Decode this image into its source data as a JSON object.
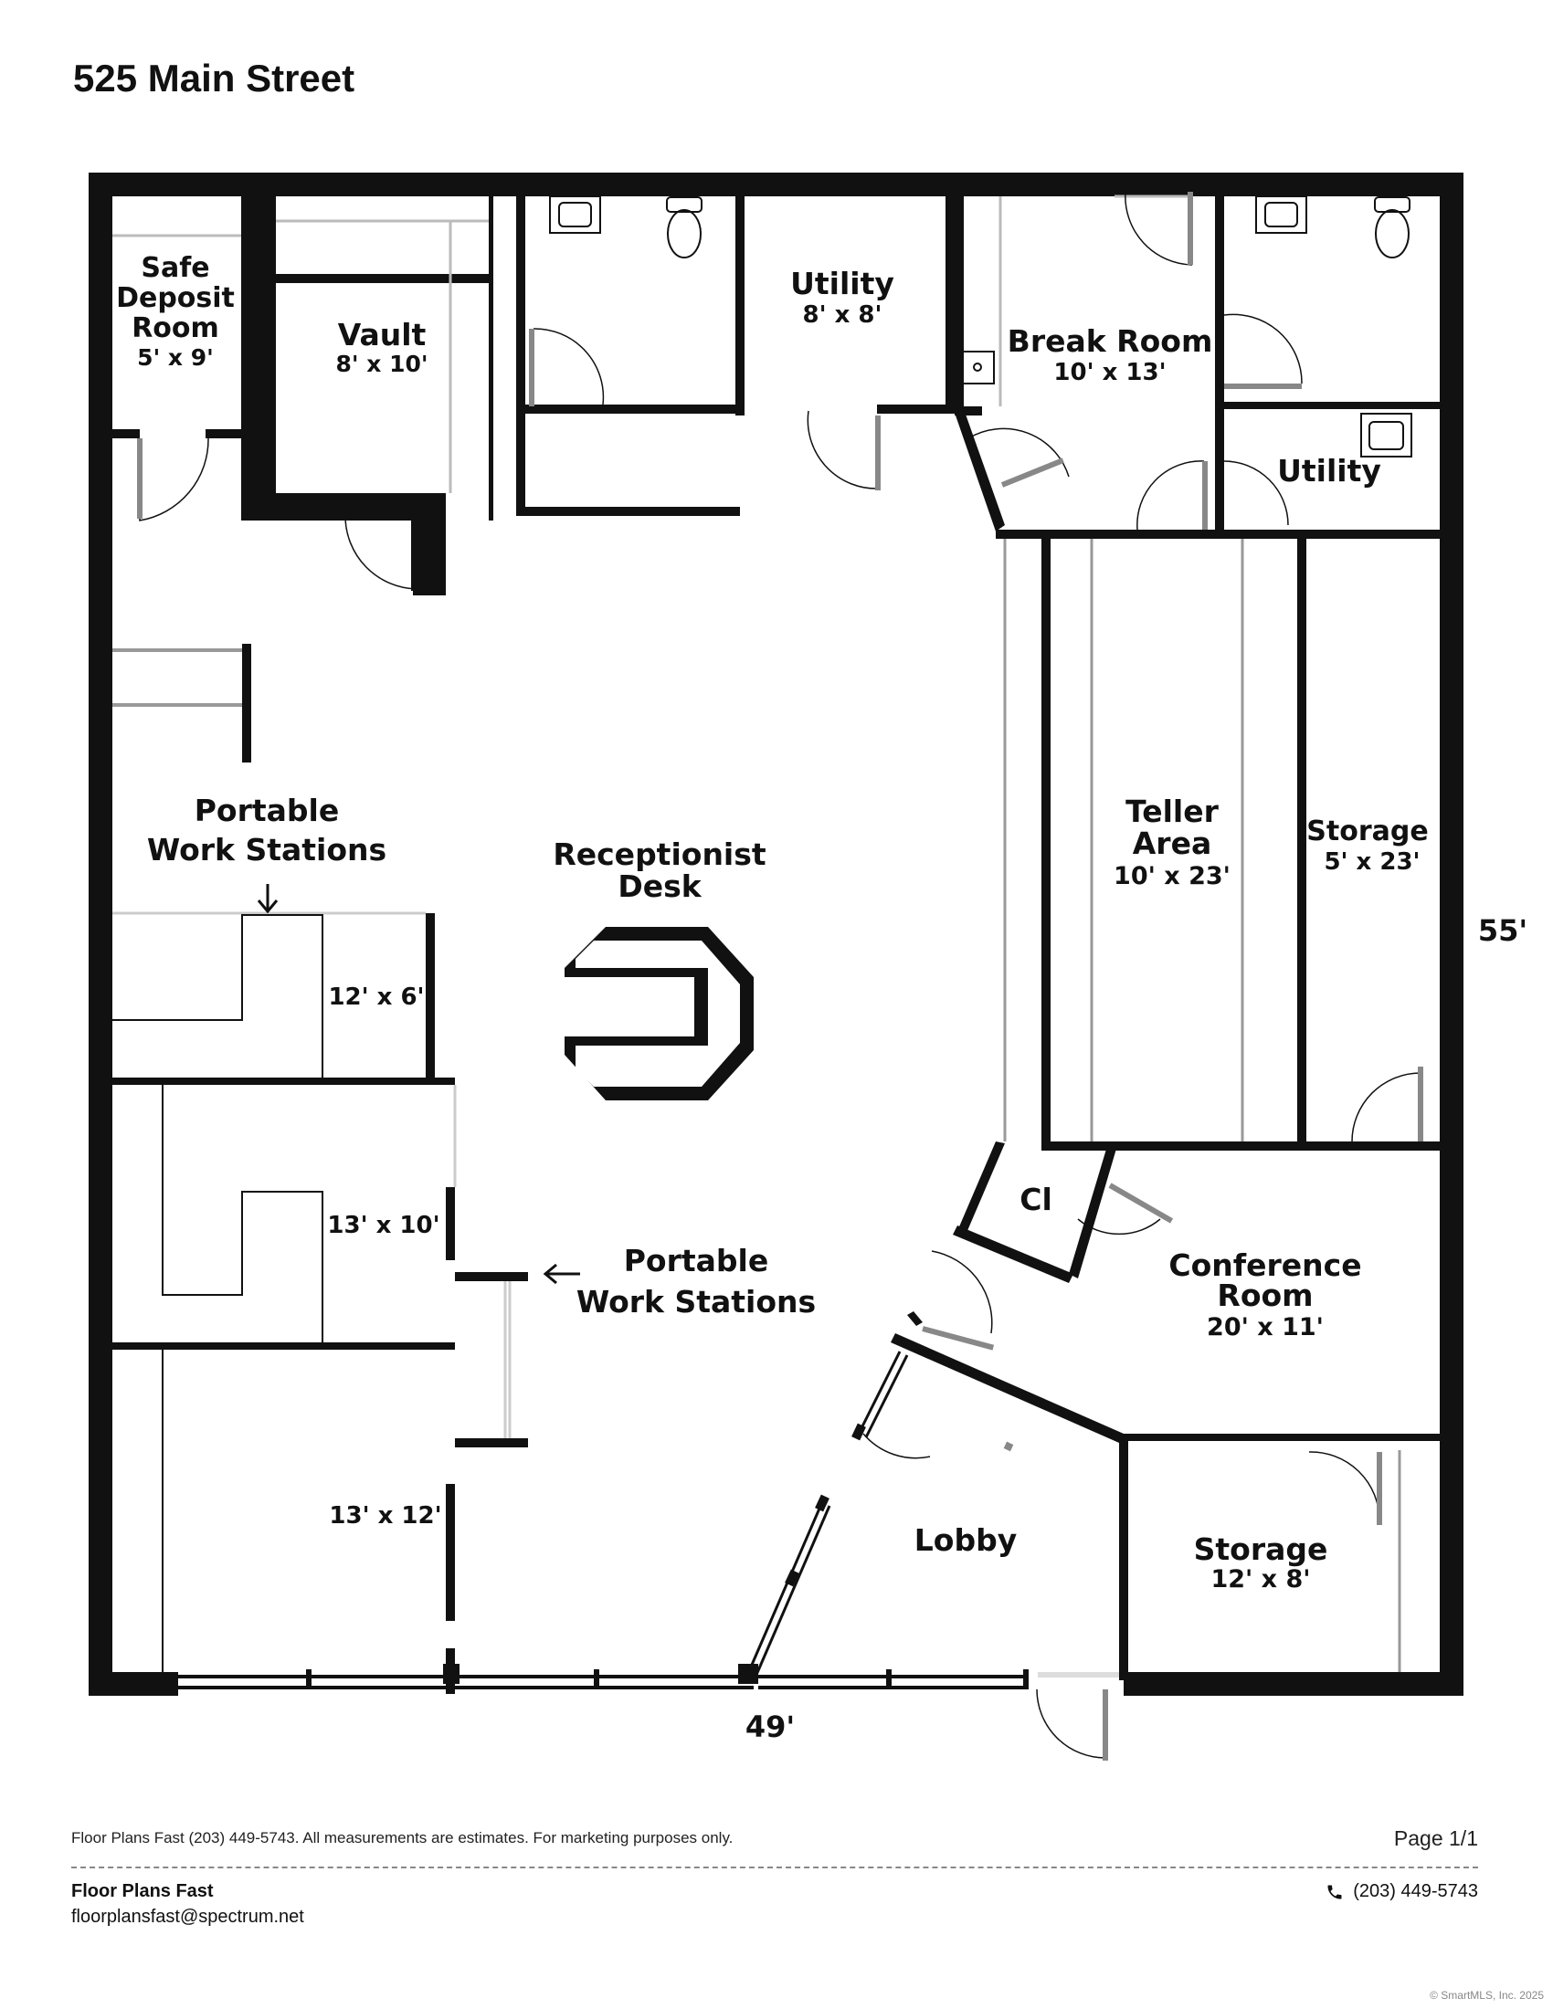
{
  "header": {
    "title": "525 Main Street"
  },
  "rooms": {
    "safe_deposit": {
      "name_1": "Safe",
      "name_2": "Deposit",
      "name_3": "Room",
      "size": "5' x 9'"
    },
    "vault": {
      "name": "Vault",
      "size": "8' x 10'"
    },
    "utility_top": {
      "name": "Utility",
      "size": "8' x 8'"
    },
    "break_room": {
      "name": "Break Room",
      "size": "10' x 13'"
    },
    "utility_right": {
      "name": "Utility"
    },
    "portable_ws_top": {
      "name_1": "Portable",
      "name_2": "Work Stations"
    },
    "receptionist": {
      "name_1": "Receptionist",
      "name_2": "Desk"
    },
    "teller": {
      "name_1": "Teller",
      "name_2": "Area",
      "size": "10' x 23'"
    },
    "storage_right": {
      "name": "Storage",
      "size": "5' x 23'"
    },
    "office_a": {
      "size": "12' x 6'"
    },
    "office_b": {
      "size": "13' x 10'"
    },
    "office_c": {
      "size": "13' x 12'"
    },
    "portable_ws_mid": {
      "name_1": "Portable",
      "name_2": "Work Stations"
    },
    "closet": {
      "name": "Cl"
    },
    "conference": {
      "name_1": "Conference",
      "name_2": "Room",
      "size": "20' x 11'"
    },
    "lobby": {
      "name": "Lobby"
    },
    "storage_bottom": {
      "name": "Storage",
      "size": "12' x 8'"
    }
  },
  "dimensions": {
    "height": "55'",
    "width": "49'"
  },
  "footer": {
    "note": "Floor Plans Fast (203) 449-5743.  All measurements are estimates.  For marketing purposes only.",
    "page": "Page 1/1",
    "company": "Floor Plans Fast",
    "email": "floorplansfast@spectrum.net",
    "phone": "(203) 449-5743",
    "copyright": "© SmartMLS, Inc.  2025"
  },
  "icons": {
    "phone": "phone-icon",
    "sink": "sink-icon",
    "toilet": "toilet-icon"
  }
}
